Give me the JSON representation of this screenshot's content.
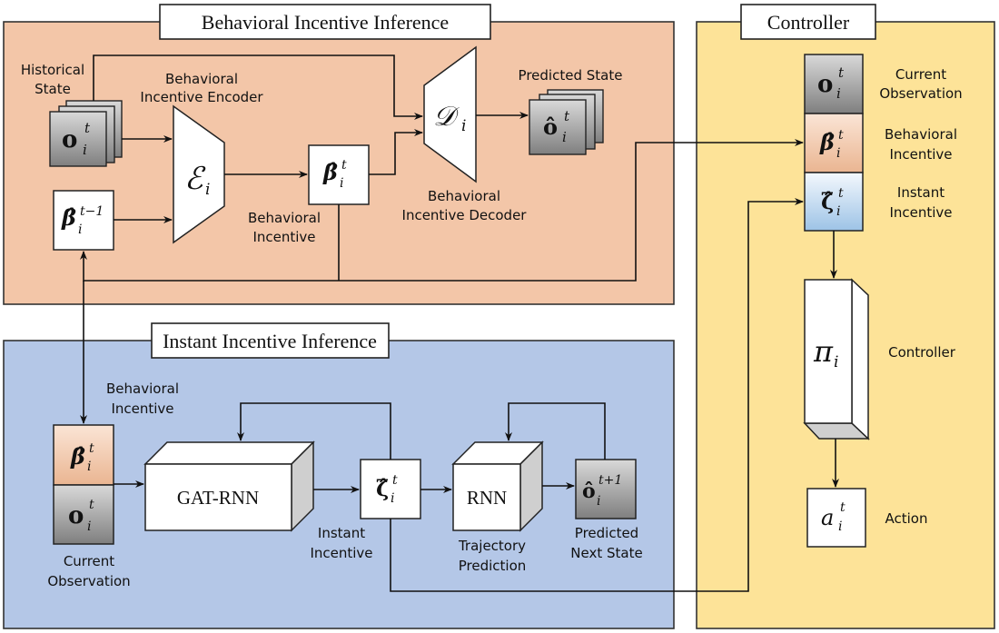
{
  "panels": {
    "behavioral": {
      "title": "Behavioral Incentive Inference",
      "color": "#f3c6a8",
      "labels": {
        "historical_state_1": "Historical",
        "historical_state_2": "State",
        "encoder_1": "Behavioral",
        "encoder_2": "Incentive Encoder",
        "predicted_state": "Predicted State",
        "incentive_1": "Behavioral",
        "incentive_2": "Incentive",
        "decoder_1": "Behavioral",
        "decoder_2": "Incentive Decoder"
      },
      "symbols": {
        "obs": "o",
        "obs_sup": "t",
        "obs_sub": "i",
        "encoder": "ℰ",
        "encoder_sub": "i",
        "decoder": "𝒟",
        "decoder_sub": "i",
        "beta": "β̂",
        "beta_sup": "t",
        "beta_sub": "i",
        "beta_prev_sup": "t−1",
        "pred_obs": "ô",
        "pred_obs_sup": "t",
        "pred_obs_sub": "i"
      }
    },
    "instant": {
      "title": "Instant Incentive Inference",
      "color": "#b4c7e7",
      "labels": {
        "beh_incentive_1": "Behavioral",
        "beh_incentive_2": "Incentive",
        "current_obs_1": "Current",
        "current_obs_2": "Observation",
        "gat_rnn": "GAT-RNN",
        "instant_1": "Instant",
        "instant_2": "Incentive",
        "rnn": "RNN",
        "traj_1": "Trajectory",
        "traj_2": "Prediction",
        "next_1": "Predicted",
        "next_2": "Next State"
      },
      "symbols": {
        "beta": "β̂",
        "sup": "t",
        "sub": "i",
        "obs": "o",
        "zeta": "ζ̂",
        "next_obs": "ô",
        "next_sup": "t+1"
      }
    },
    "controller": {
      "title": "Controller",
      "color": "#fde398",
      "labels": {
        "current_1": "Current",
        "current_2": "Observation",
        "beh_1": "Behavioral",
        "beh_2": "Incentive",
        "inst_1": "Instant",
        "inst_2": "Incentive",
        "controller": "Controller",
        "action": "Action"
      },
      "symbols": {
        "obs": "o",
        "beta": "β̂",
        "zeta": "ζ̂",
        "sup": "t",
        "sub": "i",
        "pi": "π",
        "a": "a"
      }
    }
  }
}
